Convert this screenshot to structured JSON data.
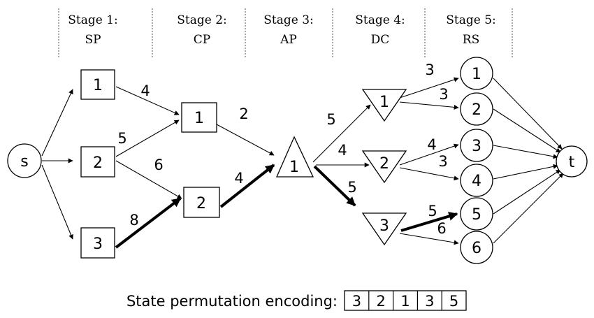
{
  "stages": [
    {
      "label": "Stage 1:",
      "abbr": "SP"
    },
    {
      "label": "Stage 2:",
      "abbr": "CP"
    },
    {
      "label": "Stage 3:",
      "abbr": "AP"
    },
    {
      "label": "Stage 4:",
      "abbr": "DC"
    },
    {
      "label": "Stage 5:",
      "abbr": "RS"
    }
  ],
  "nodes": {
    "s": "s",
    "sp1": "1",
    "sp2": "2",
    "sp3": "3",
    "cp1": "1",
    "cp2": "2",
    "ap1": "1",
    "dc1": "1",
    "dc2": "2",
    "dc3": "3",
    "rs1": "1",
    "rs2": "2",
    "rs3": "3",
    "rs4": "4",
    "rs5": "5",
    "rs6": "6",
    "t": "t"
  },
  "weights": {
    "sp1_cp1": "4",
    "sp2_cp1": "5",
    "sp2_cp2": "6",
    "sp3_cp2": "8",
    "cp1_ap1": "2",
    "cp2_ap1": "4",
    "ap1_dc1": "5",
    "ap1_dc2": "4",
    "ap1_dc3": "5",
    "dc1_rs1": "3",
    "dc1_rs2": "3",
    "dc2_rs3": "4",
    "dc2_rs4": "3",
    "dc3_rs5": "5",
    "dc3_rs6": "6"
  },
  "highlighted_path": [
    "s",
    "sp3",
    "cp2",
    "ap1",
    "dc3",
    "rs5"
  ],
  "encoding": {
    "label": "State permutation encoding:",
    "values": [
      "3",
      "2",
      "1",
      "3",
      "5"
    ]
  }
}
